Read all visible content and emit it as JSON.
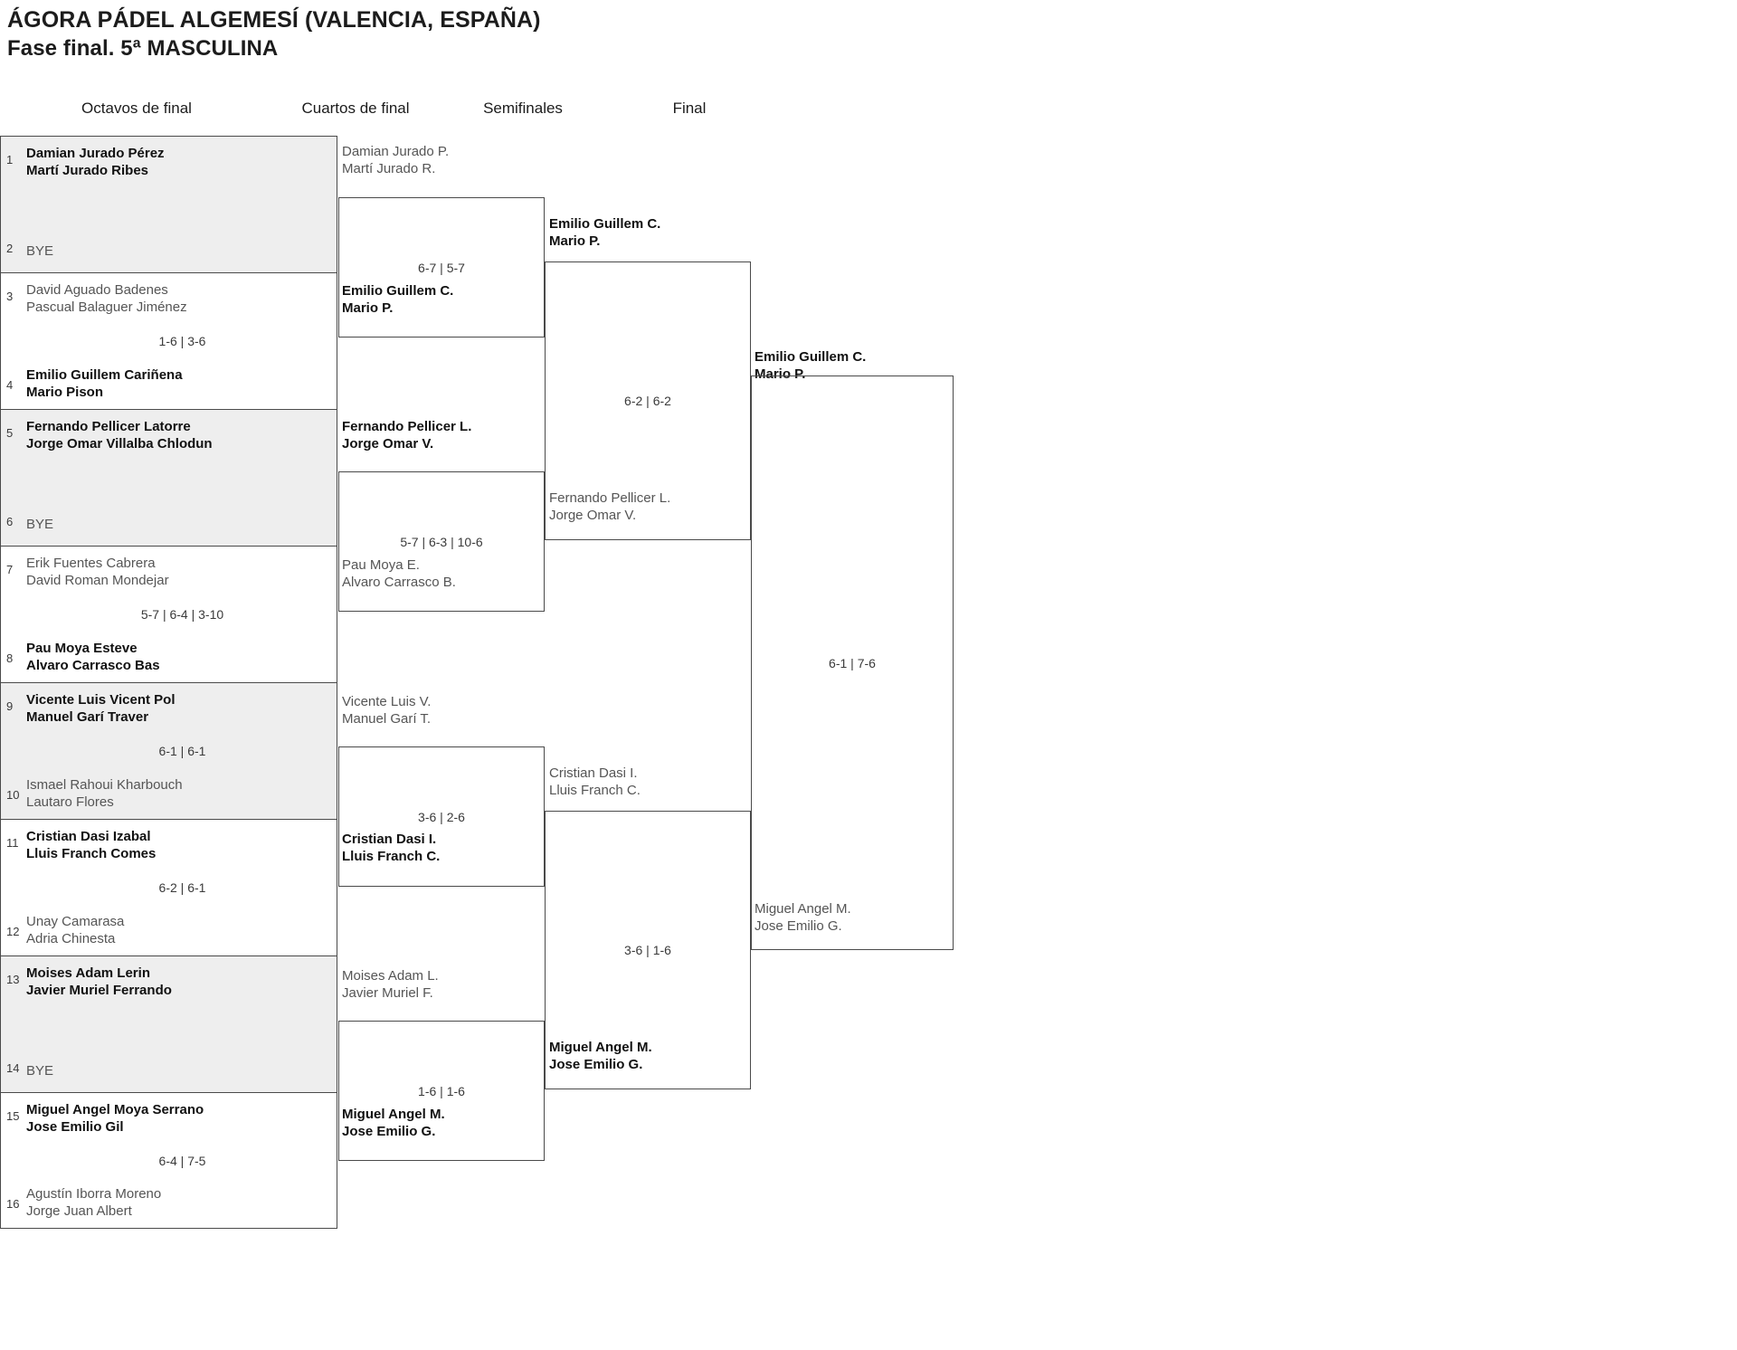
{
  "header": {
    "tournament": "ÁGORA PÁDEL ALGEMESÍ (VALENCIA, ESPAÑA)",
    "category": "Fase final. 5ª MASCULINA"
  },
  "rounds": [
    {
      "key": "r16",
      "label": "Octavos de final"
    },
    {
      "key": "qf",
      "label": "Cuartos de final"
    },
    {
      "key": "sf",
      "label": "Semifinales"
    },
    {
      "key": "final",
      "label": "Final"
    }
  ],
  "round16": [
    {
      "seed_top": "1",
      "top_l1": "Damian Jurado Pérez",
      "top_l2": "Martí Jurado Ribes",
      "seed_bot": "2",
      "bot_l1": "BYE",
      "bot_l2": "",
      "score": "",
      "top_winner": true,
      "bye_bottom": true
    },
    {
      "seed_top": "3",
      "top_l1": "David Aguado Badenes",
      "top_l2": "Pascual Balaguer Jiménez",
      "seed_bot": "4",
      "bot_l1": "Emilio Guillem Cariñena",
      "bot_l2": "Mario Pison",
      "score": "1-6 | 3-6",
      "top_winner": false,
      "bye_bottom": false
    },
    {
      "seed_top": "5",
      "top_l1": "Fernando Pellicer Latorre",
      "top_l2": "Jorge Omar Villalba Chlodun",
      "seed_bot": "6",
      "bot_l1": "BYE",
      "bot_l2": "",
      "score": "",
      "top_winner": true,
      "bye_bottom": true
    },
    {
      "seed_top": "7",
      "top_l1": "Erik Fuentes Cabrera",
      "top_l2": "David Roman Mondejar",
      "seed_bot": "8",
      "bot_l1": "Pau Moya Esteve",
      "bot_l2": "Alvaro Carrasco Bas",
      "score": "5-7 | 6-4 | 3-10",
      "top_winner": false,
      "bye_bottom": false
    },
    {
      "seed_top": "9",
      "top_l1": "Vicente Luis Vicent Pol",
      "top_l2": "Manuel Garí Traver",
      "seed_bot": "10",
      "bot_l1": "Ismael Rahoui Kharbouch",
      "bot_l2": "Lautaro Flores",
      "score": "6-1 | 6-1",
      "top_winner": true,
      "bye_bottom": false
    },
    {
      "seed_top": "11",
      "top_l1": "Cristian Dasi Izabal",
      "top_l2": "Lluis Franch Comes",
      "seed_bot": "12",
      "bot_l1": "Unay Camarasa",
      "bot_l2": "Adria Chinesta",
      "score": "6-2 | 6-1",
      "top_winner": true,
      "bye_bottom": false
    },
    {
      "seed_top": "13",
      "top_l1": "Moises Adam Lerin",
      "top_l2": "Javier Muriel Ferrando",
      "seed_bot": "14",
      "bot_l1": "BYE",
      "bot_l2": "",
      "score": "",
      "top_winner": true,
      "bye_bottom": true
    },
    {
      "seed_top": "15",
      "top_l1": "Miguel Angel Moya Serrano",
      "top_l2": "Jose Emilio Gil",
      "seed_bot": "16",
      "bot_l1": "Agustín Iborra Moreno",
      "bot_l2": "Jorge Juan Albert",
      "score": "6-4 | 7-5",
      "top_winner": true,
      "bye_bottom": false
    }
  ],
  "quarterfinals": [
    {
      "top_l1": "Damian Jurado P.",
      "top_l2": "Martí Jurado R.",
      "top_winner": false,
      "score": "6-7 | 5-7",
      "bot_l1": "Emilio Guillem C.",
      "bot_l2": "Mario P.",
      "bot_winner": true
    },
    {
      "top_l1": "Fernando Pellicer L.",
      "top_l2": "Jorge Omar V.",
      "top_winner": true,
      "score": "5-7 | 6-3 | 10-6",
      "bot_l1": "Pau Moya E.",
      "bot_l2": "Alvaro Carrasco B.",
      "bot_winner": false
    },
    {
      "top_l1": "Vicente Luis V.",
      "top_l2": "Manuel Garí T.",
      "top_winner": false,
      "score": "3-6 | 2-6",
      "bot_l1": "Cristian Dasi I.",
      "bot_l2": "Lluis Franch C.",
      "bot_winner": true
    },
    {
      "top_l1": "Moises Adam L.",
      "top_l2": "Javier Muriel F.",
      "top_winner": false,
      "score": "1-6 | 1-6",
      "bot_l1": "Miguel Angel M.",
      "bot_l2": "Jose Emilio G.",
      "bot_winner": true
    }
  ],
  "semifinals": [
    {
      "top_l1": "Emilio Guillem C.",
      "top_l2": "Mario P.",
      "top_winner": true,
      "score": "6-2 | 6-2",
      "bot_l1": "Fernando Pellicer L.",
      "bot_l2": "Jorge Omar V.",
      "bot_winner": false
    },
    {
      "top_l1": "Cristian Dasi I.",
      "top_l2": "Lluis Franch C.",
      "top_winner": false,
      "score": "3-6 | 1-6",
      "bot_l1": "Miguel Angel M.",
      "bot_l2": "Jose Emilio G.",
      "bot_winner": true
    }
  ],
  "final": {
    "top_l1": "Emilio Guillem C.",
    "top_l2": "Mario P.",
    "top_winner": true,
    "score": "6-1 | 7-6",
    "bot_l1": "Miguel Angel M.",
    "bot_l2": "Jose Emilio G.",
    "bot_winner": false
  },
  "champion": {
    "l1": "Emilio Guillem C.",
    "l2": "Mario P."
  }
}
